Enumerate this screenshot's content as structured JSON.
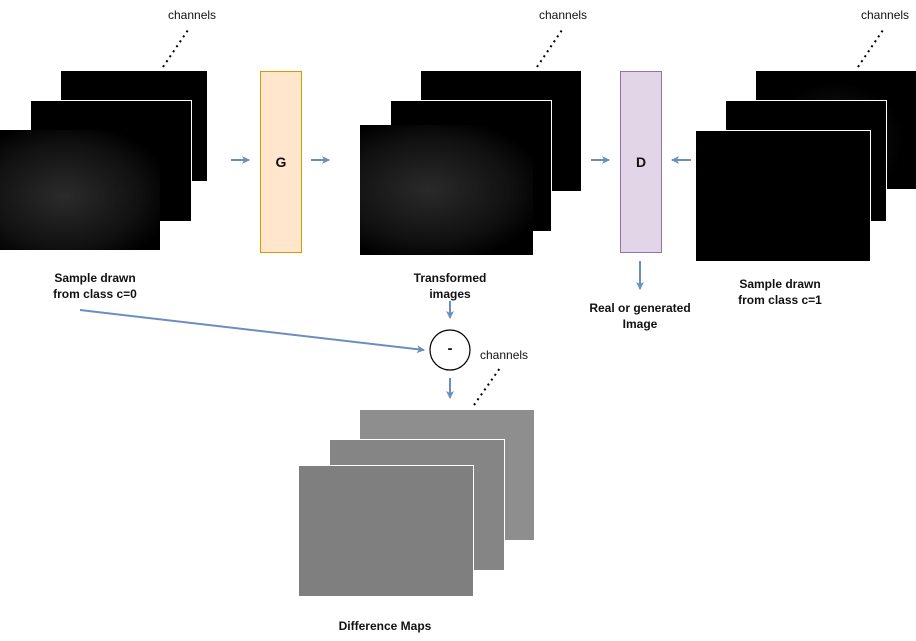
{
  "channels_label": "channels",
  "generator": {
    "label": "G",
    "fill": "#ffe6cc",
    "stroke": "#d79b00"
  },
  "discriminator": {
    "label": "D",
    "fill": "#e1d5e7",
    "stroke": "#9673a6"
  },
  "subtract_op": "-",
  "labels": {
    "sample_c0": "Sample drawn\nfrom class c=0",
    "transformed": "Transformed\nimages",
    "real_or_generated": "Real or generated\nImage",
    "sample_c1": "Sample drawn\nfrom class c=1",
    "difference_maps": "Difference Maps"
  },
  "colors": {
    "arrow": "#6c8ebf",
    "dark_image": "#000000",
    "diff_image": "#808080"
  }
}
